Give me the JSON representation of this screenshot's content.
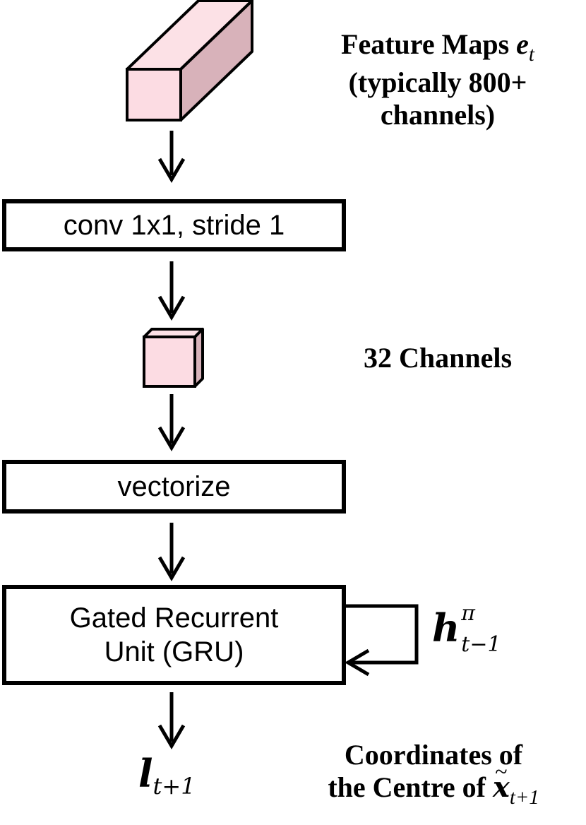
{
  "diagram": {
    "feature_maps": {
      "line1_text": "Feature Maps ",
      "symbol": "e",
      "subscript": "t",
      "line2": "(typically 800+",
      "line3": "channels)"
    },
    "conv_box": {
      "label": "conv 1x1, stride 1"
    },
    "channels_note": {
      "label": "32 Channels"
    },
    "vectorize_box": {
      "label": "vectorize"
    },
    "gru_box": {
      "line1": "Gated Recurrent",
      "line2": "Unit (GRU)"
    },
    "hidden_state": {
      "symbol": "h",
      "superscript": "π",
      "subscript": "t−1"
    },
    "output": {
      "symbol": "l",
      "subscript": "t+1"
    },
    "coords_note": {
      "line1": "Coordinates of",
      "line2_text": "the Centre of ",
      "symbol": "x",
      "tilde": "~",
      "subscript": "t+1"
    },
    "colors": {
      "cube_front": "#fcdce3",
      "cube_top": "#fce1e6",
      "cube_side": "#d8b2ba",
      "stroke": "#000000"
    }
  }
}
